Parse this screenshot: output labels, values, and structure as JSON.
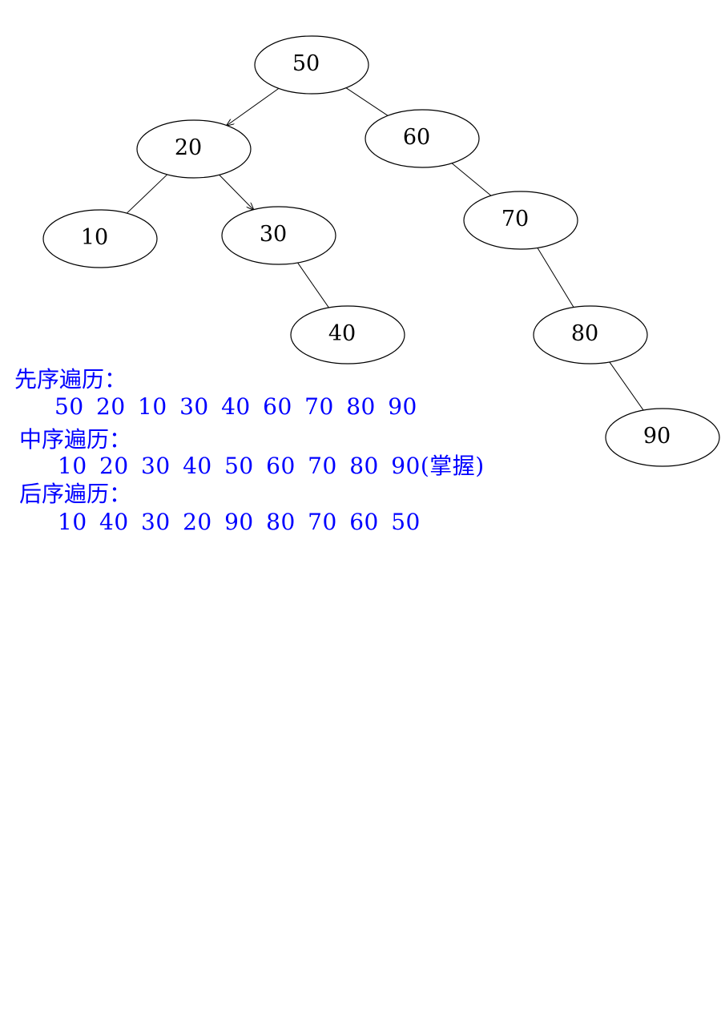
{
  "tree": {
    "nodes": [
      {
        "id": "n50",
        "label": "50"
      },
      {
        "id": "n20",
        "label": "20"
      },
      {
        "id": "n60",
        "label": "60"
      },
      {
        "id": "n10",
        "label": "10"
      },
      {
        "id": "n30",
        "label": "30"
      },
      {
        "id": "n70",
        "label": "70"
      },
      {
        "id": "n40",
        "label": "40"
      },
      {
        "id": "n80",
        "label": "80"
      },
      {
        "id": "n90",
        "label": "90"
      }
    ],
    "edges": [
      {
        "from": "n50",
        "to": "n20",
        "arrow": true
      },
      {
        "from": "n50",
        "to": "n60",
        "arrow": false
      },
      {
        "from": "n20",
        "to": "n10",
        "arrow": false
      },
      {
        "from": "n20",
        "to": "n30",
        "arrow": true
      },
      {
        "from": "n30",
        "to": "n40",
        "arrow": false
      },
      {
        "from": "n60",
        "to": "n70",
        "arrow": false
      },
      {
        "from": "n70",
        "to": "n80",
        "arrow": false
      },
      {
        "from": "n80",
        "to": "n90",
        "arrow": false
      }
    ]
  },
  "traversals": {
    "preorder": {
      "label": "先序遍历：",
      "sequence": "50 20 10 30 40 60 70 80 90"
    },
    "inorder": {
      "label": "中序遍历：",
      "sequence": "10 20 30 40 50 60 70 80 90(掌握)"
    },
    "postorder": {
      "label": "后序遍历：",
      "sequence": "10 40 30 20 90 80 70 60 50"
    }
  },
  "colors": {
    "traversal_text": "#0000ff",
    "tree_stroke": "#000000"
  }
}
